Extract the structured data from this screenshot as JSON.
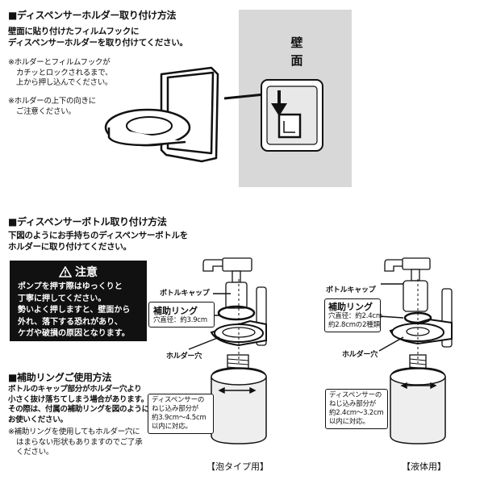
{
  "section1": {
    "heading": "■ディスペンサーホルダー取り付け方法",
    "instruction": [
      "壁面に貼り付けたフィルムフックに",
      "ディスペンサーホルダーを取り付けてください。"
    ],
    "note1": [
      "※ホルダーとフィルムフックが",
      "カチッとロックされるまで、",
      "上から押し込んでください。"
    ],
    "note2": [
      "※ホルダーの上下の向きに",
      "ご注意ください。"
    ],
    "wall_label": "壁面"
  },
  "section2": {
    "heading": "■ディスペンサーボトル取り付け方法",
    "instruction": [
      "下図のようにお手持ちのディスペンサーボトルを",
      "ホルダーに取り付けてください。"
    ]
  },
  "caution": {
    "title": "注意",
    "lines": [
      "ポンプを押す際はゆっくりと",
      "丁寧に押してください。",
      "勢いよく押しますと、壁面から",
      "外れ、落下する恐れがあり、",
      "ケガや破損の原因となります。"
    ]
  },
  "section3": {
    "heading": "■補助リングご使用方法",
    "para1": [
      "ボトルのキャップ部分がホルダー穴より",
      "小さく抜け落ちてしまう場合があります。",
      "その際は、付属の補助リングを図のように",
      "お使いください。"
    ],
    "para2": [
      "※補助リングを使用してもホルダー穴に",
      "はまらない形状もありますのでご了承",
      "ください。"
    ]
  },
  "foam": {
    "cap_label": "ボトルキャップ",
    "ring_title": "補助リング",
    "ring_detail": "穴直径：約3.9cm",
    "hole_label": "ホルダー穴",
    "thread_note": [
      "ディスペンサーの",
      "ねじ込み部分が",
      "約3.9cm〜4.5cm",
      "以内に対応。"
    ],
    "caption": "【泡タイプ用】"
  },
  "liquid": {
    "cap_label": "ボトルキャップ",
    "ring_title": "補助リング",
    "ring_detail": [
      "穴直径：約2.4cm",
      "約2.8cmの2種類"
    ],
    "hole_label": "ホルダー穴",
    "thread_note": [
      "ディスペンサーの",
      "ねじ込み部分が",
      "約2.4cm〜3.2cm",
      "以内に対応。"
    ],
    "caption": "【液体用】"
  }
}
